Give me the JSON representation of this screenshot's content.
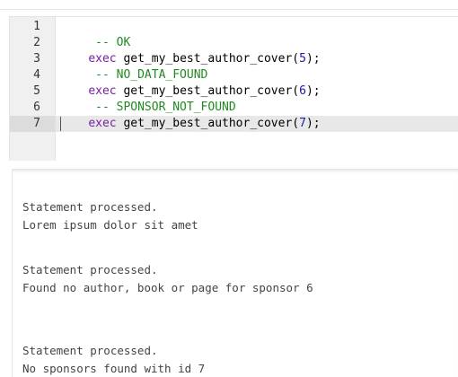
{
  "editor": {
    "line_numbers": [
      "1",
      "2",
      "3",
      "4",
      "5",
      "6",
      "7"
    ],
    "lines": [
      {
        "comment": " -- OK"
      },
      {
        "keyword": "exec",
        "proc": " get_my_best_author_cover(",
        "arg": "5",
        "close": ");"
      },
      {
        "comment": " -- NO_DATA_FOUND"
      },
      {
        "keyword": "exec",
        "proc": " get_my_best_author_cover(",
        "arg": "6",
        "close": ");"
      },
      {
        "comment": " -- SPONSOR_NOT_FOUND"
      },
      {
        "keyword": "exec",
        "proc": " get_my_best_author_cover(",
        "arg": "7",
        "close": ");"
      },
      {
        "text": ""
      }
    ],
    "colors": {
      "keyword": "#7a1fa2",
      "comment": "#208a20",
      "number": "#1a1aa6"
    }
  },
  "results": {
    "blocks": [
      {
        "status": "Statement processed.",
        "message": "Lorem ipsum dolor sit amet"
      },
      {
        "status": "Statement processed.",
        "message": "Found no author, book or page for sponsor 6"
      },
      {
        "status": "Statement processed.",
        "message": "No sponsors found with id 7"
      }
    ]
  }
}
